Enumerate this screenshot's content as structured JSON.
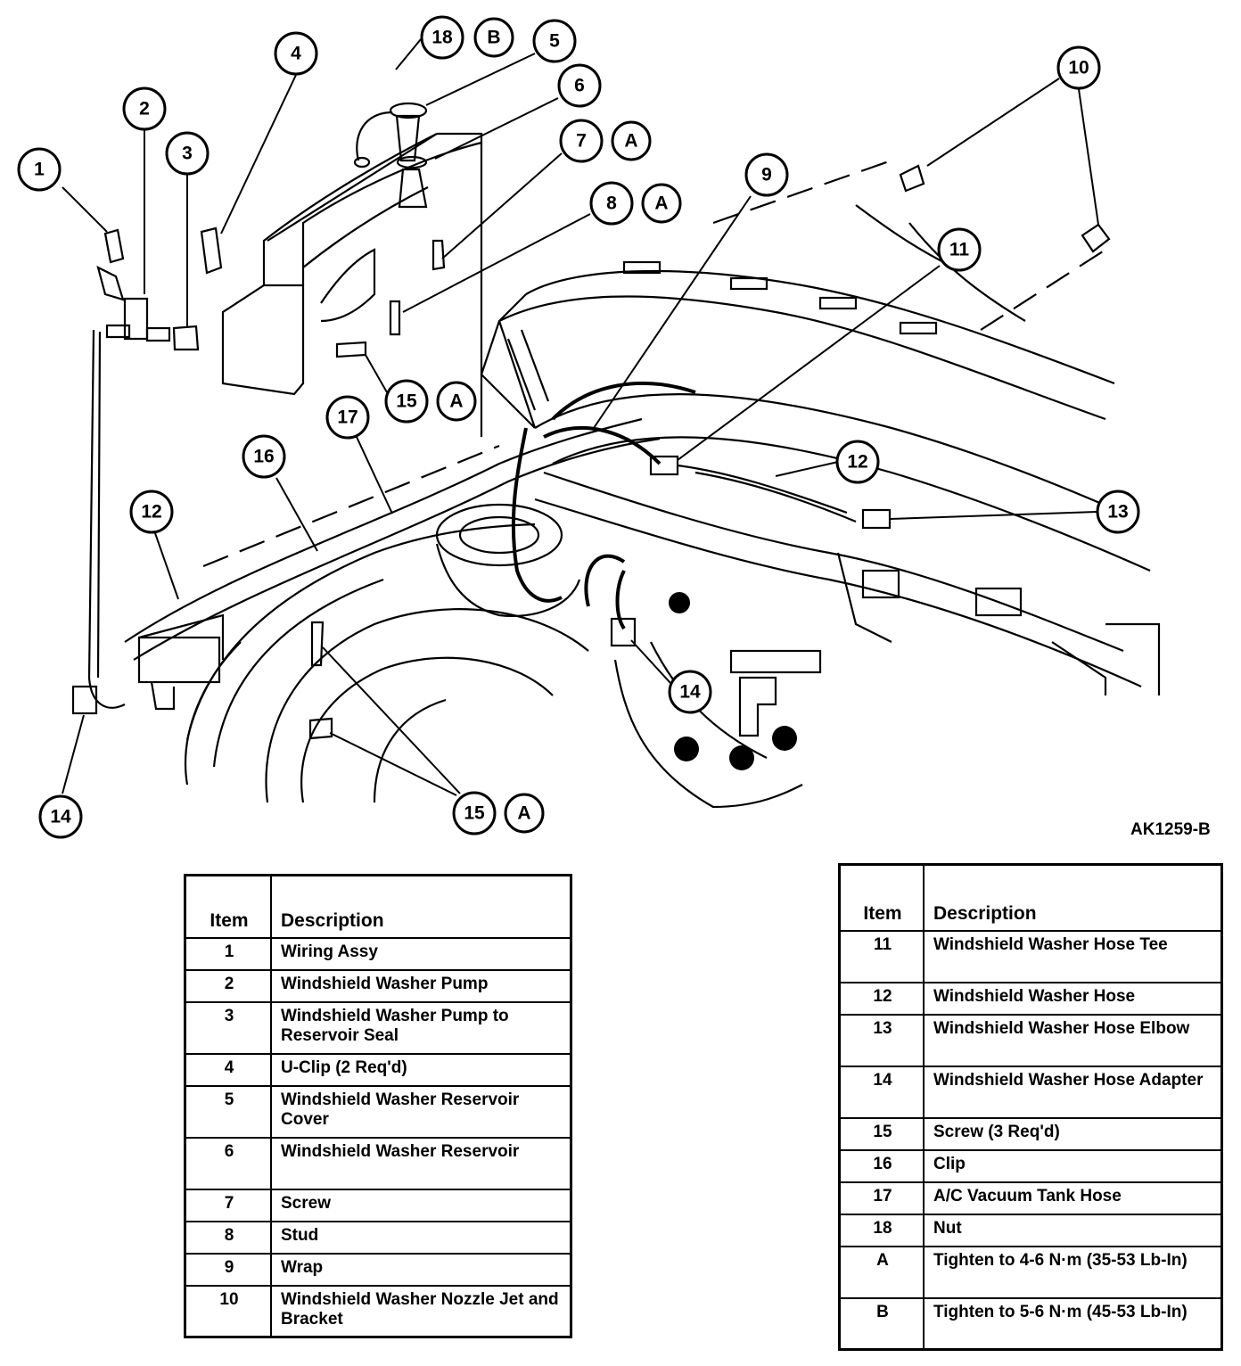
{
  "figure_id": "AK1259-B",
  "callouts": [
    "1",
    "2",
    "3",
    "4",
    "5",
    "6",
    "7",
    "8",
    "9",
    "10",
    "11",
    "12",
    "13",
    "14",
    "15",
    "16",
    "17",
    "18",
    "A",
    "B"
  ],
  "table_left": {
    "header_item": "Item",
    "header_desc": "Description",
    "rows": [
      {
        "item": "1",
        "desc": "Wiring Assy"
      },
      {
        "item": "2",
        "desc": "Windshield Washer Pump"
      },
      {
        "item": "3",
        "desc": "Windshield Washer Pump to Reservoir Seal"
      },
      {
        "item": "4",
        "desc": "U-Clip (2 Req'd)"
      },
      {
        "item": "5",
        "desc": "Windshield Washer Reservoir Cover"
      },
      {
        "item": "6",
        "desc": "Windshield Washer Reservoir"
      },
      {
        "item": "7",
        "desc": "Screw"
      },
      {
        "item": "8",
        "desc": "Stud"
      },
      {
        "item": "9",
        "desc": "Wrap"
      },
      {
        "item": "10",
        "desc": "Windshield Washer Nozzle Jet and Bracket"
      }
    ]
  },
  "table_right": {
    "header_item": "Item",
    "header_desc": "Description",
    "rows": [
      {
        "item": "11",
        "desc": "Windshield Washer Hose Tee"
      },
      {
        "item": "12",
        "desc": "Windshield Washer Hose"
      },
      {
        "item": "13",
        "desc": "Windshield Washer Hose Elbow"
      },
      {
        "item": "14",
        "desc": "Windshield Washer Hose Adapter"
      },
      {
        "item": "15",
        "desc": "Screw (3 Req'd)"
      },
      {
        "item": "16",
        "desc": "Clip"
      },
      {
        "item": "17",
        "desc": "A/C Vacuum Tank Hose"
      },
      {
        "item": "18",
        "desc": "Nut"
      },
      {
        "item": "A",
        "desc": "Tighten to 4-6 N·m (35-53 Lb-In)"
      },
      {
        "item": "B",
        "desc": "Tighten to 5-6 N·m (45-53 Lb-In)"
      }
    ]
  }
}
